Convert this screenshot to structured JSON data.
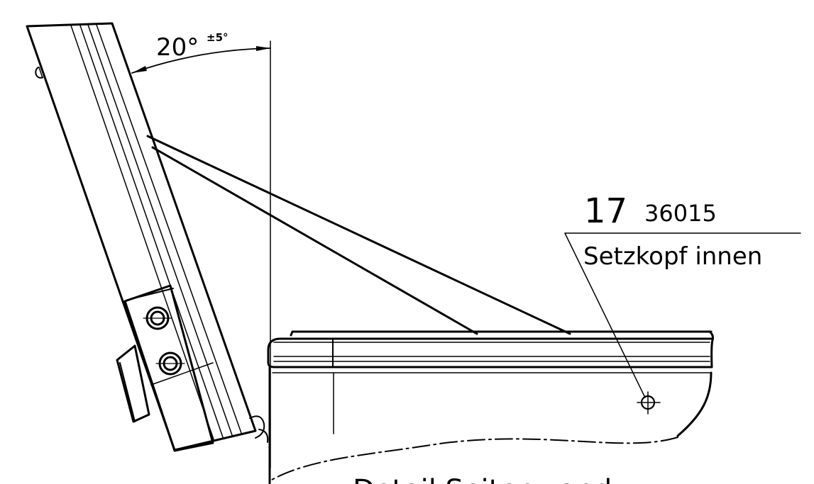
{
  "angle_dimension": {
    "value": "20°",
    "tolerance": "±5°"
  },
  "callout": {
    "item_number": "17",
    "part_number": "36015",
    "description": "Setzkopf innen"
  },
  "bottom_caption": {
    "text": "Detail Seitenwand"
  }
}
